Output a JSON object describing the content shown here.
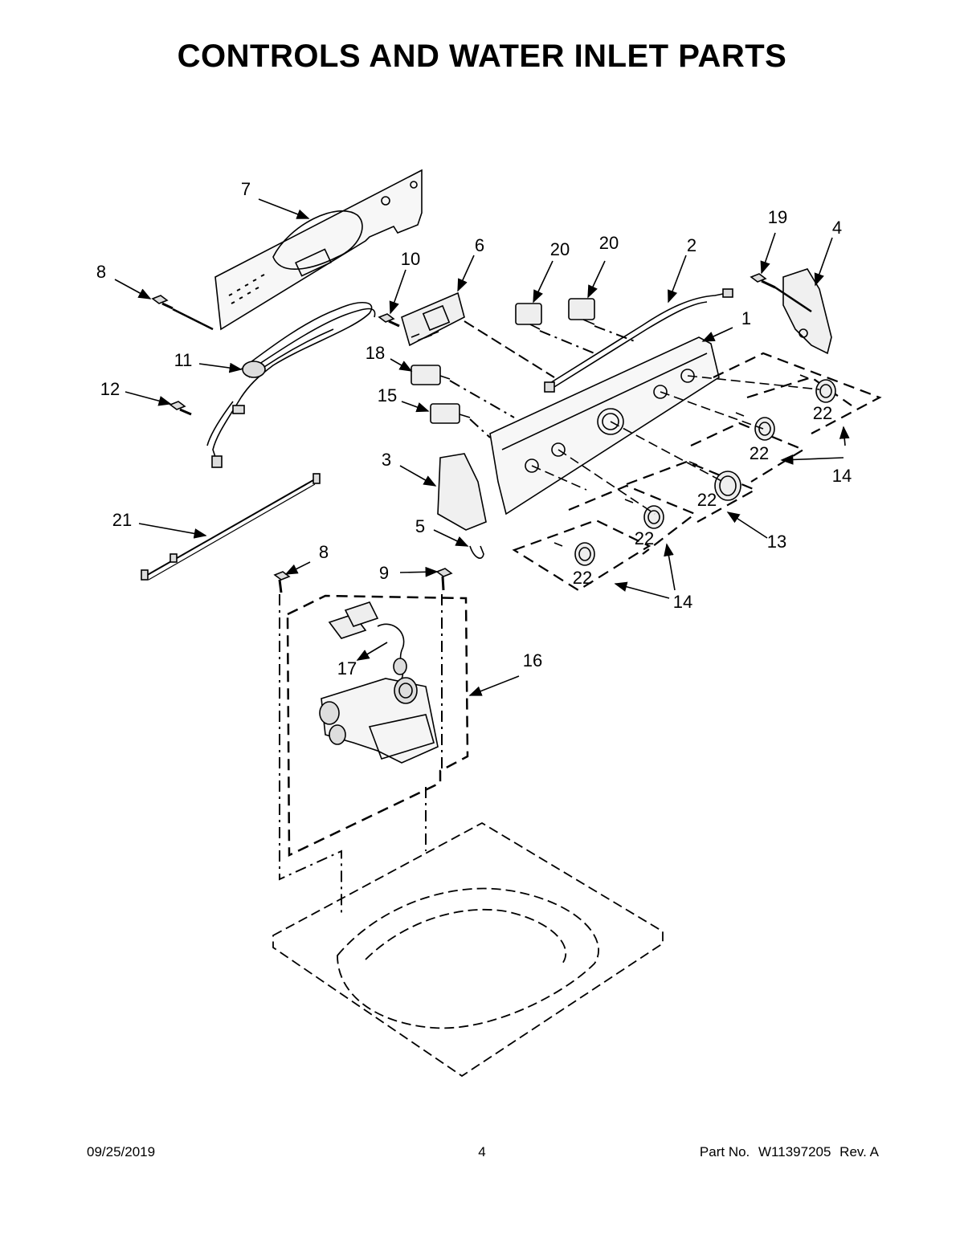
{
  "title": "CONTROLS AND WATER INLET PARTS",
  "callouts": {
    "p1": "1",
    "p2": "2",
    "p3": "3",
    "p4": "4",
    "p5": "5",
    "p6": "6",
    "p7": "7",
    "p8a": "8",
    "p8b": "8",
    "p9": "9",
    "p10": "10",
    "p11": "11",
    "p12": "12",
    "p13": "13",
    "p14a": "14",
    "p14b": "14",
    "p15": "15",
    "p16": "16",
    "p17": "17",
    "p18": "18",
    "p19": "19",
    "p20a": "20",
    "p20b": "20",
    "p21": "21",
    "p22a": "22",
    "p22b": "22",
    "p22c": "22",
    "p22d": "22",
    "p22e": "22"
  },
  "footer": {
    "date": "09/25/2019",
    "page": "4",
    "part_label": "Part No.",
    "part_number": "W11397205",
    "rev": "Rev. A"
  }
}
